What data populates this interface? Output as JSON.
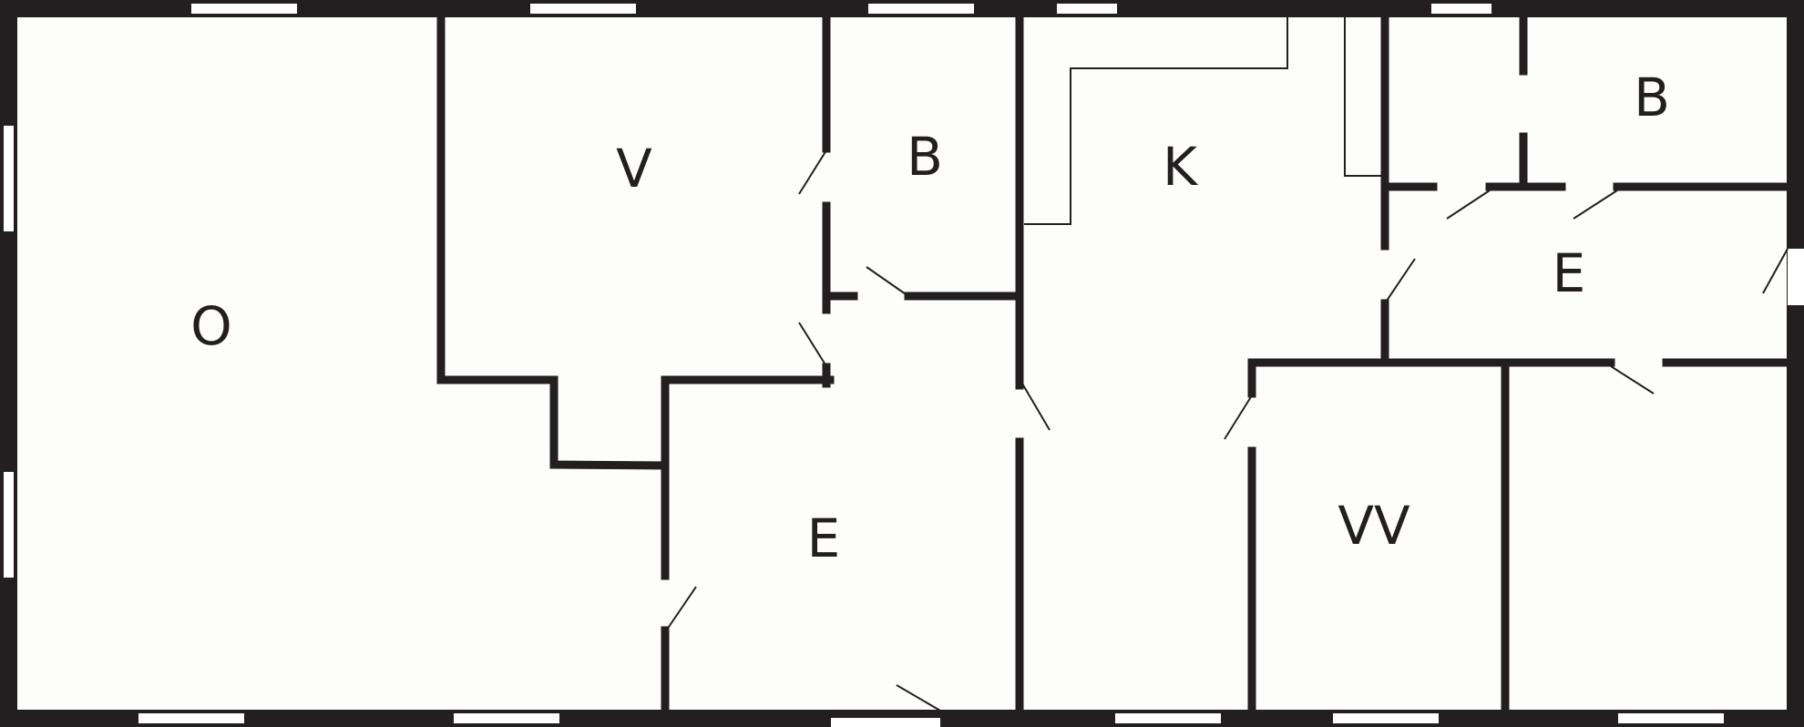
{
  "colors": {
    "floor": "#fdfefb",
    "wall": "#231f20",
    "opening": "#ffffff",
    "fixture_line": "#231f20"
  },
  "rooms": [
    {
      "id": "o",
      "label": "O"
    },
    {
      "id": "v",
      "label": "V"
    },
    {
      "id": "b1",
      "label": "B"
    },
    {
      "id": "k",
      "label": "K"
    },
    {
      "id": "b2",
      "label": "B"
    },
    {
      "id": "e1",
      "label": "E"
    },
    {
      "id": "e2",
      "label": "E"
    },
    {
      "id": "vv",
      "label": "VV"
    }
  ]
}
